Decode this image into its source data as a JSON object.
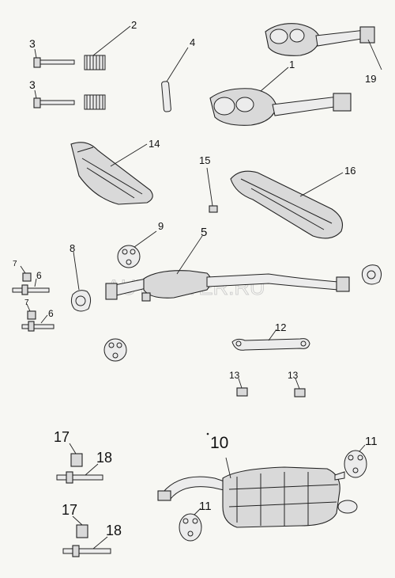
{
  "watermark": "AUTOPITER.RU",
  "callouts": {
    "c1": "1",
    "c2": "2",
    "c3a": "3",
    "c3b": "3",
    "c4": "4",
    "c5": "5",
    "c6a": "6",
    "c6b": "6",
    "c7a": "7",
    "c7b": "7",
    "c8": "8",
    "c9": "9",
    "c10": "10",
    "c11a": "11",
    "c11b": "11",
    "c12": "12",
    "c13a": "13",
    "c13b": "13",
    "c14": "14",
    "c15": "15",
    "c16": "16",
    "c17a": "17",
    "c17b": "17",
    "c18a": "18",
    "c18b": "18",
    "c19": "19"
  }
}
